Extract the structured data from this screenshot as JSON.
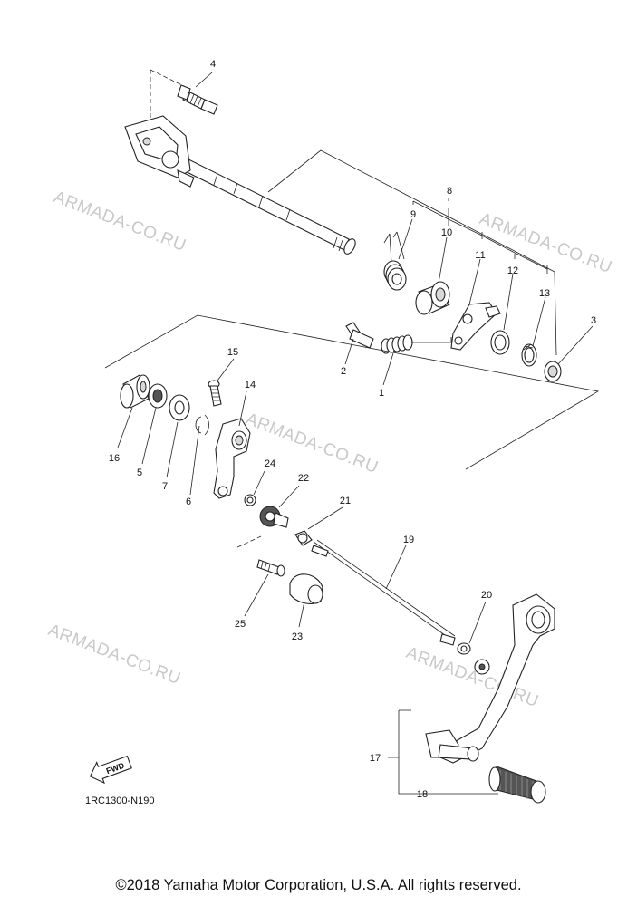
{
  "diagram": {
    "watermarks": [
      "ARMADA-CO.RU",
      "ARMADA-CO.RU",
      "ARMADA-CO.RU",
      "ARMADA-CO.RU",
      "ARMADA-CO.RU"
    ],
    "part_numbers": {
      "p1": "1",
      "p2": "2",
      "p3": "3",
      "p4": "4",
      "p5": "5",
      "p6": "6",
      "p7": "7",
      "p8": "8",
      "p9": "9",
      "p10": "10",
      "p11": "11",
      "p12": "12",
      "p13": "13",
      "p14": "14",
      "p15": "15",
      "p16": "16",
      "p17": "17",
      "p18": "18",
      "p19": "19",
      "p20": "20",
      "p21": "21",
      "p22": "22",
      "p23": "23",
      "p24": "24",
      "p25": "25"
    },
    "fwd_label": "FWD",
    "drawing_code": "1RC1300-N190"
  },
  "footer": {
    "copyright": "©2018 Yamaha Motor Corporation, U.S.A. All rights reserved."
  }
}
